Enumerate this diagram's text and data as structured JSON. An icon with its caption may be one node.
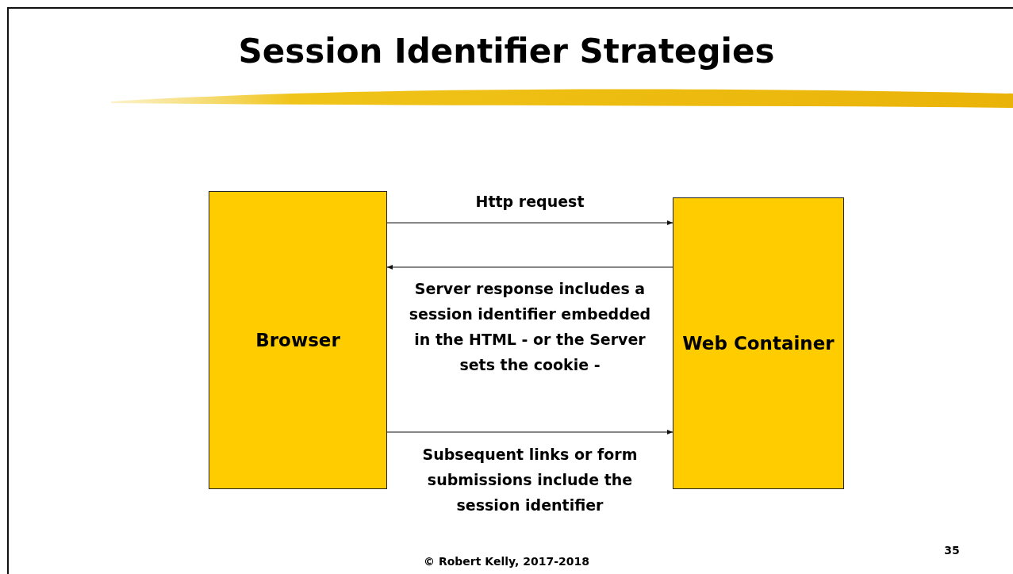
{
  "diagram": {
    "title": "Session Identifier Strategies",
    "nodes": [
      {
        "text": [
          "Browser"
        ]
      },
      {
        "text": [
          "Web Container"
        ]
      }
    ],
    "edges": [
      {
        "from": 0,
        "to": 1,
        "arrow": "to",
        "label": "Http request"
      },
      {
        "from": 1,
        "to": 0,
        "arrow": "to",
        "label": "Server response includes a session identifier embedded in the HTML - or the Server sets the cookie -"
      },
      {
        "from": 0,
        "to": 1,
        "arrow": "to",
        "label": "Subsequent links or form submissions include the session identifier"
      }
    ],
    "labels": [
      "© Robert Kelly, 2017-2018",
      "35"
    ]
  }
}
